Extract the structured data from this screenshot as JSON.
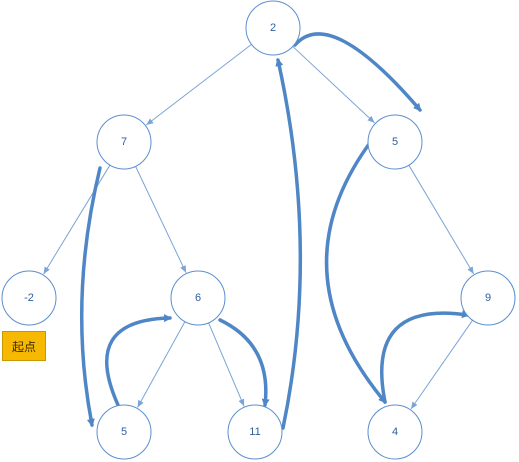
{
  "nodes": [
    {
      "id": "n-root",
      "label": "2"
    },
    {
      "id": "n-left",
      "label": "7"
    },
    {
      "id": "n-right",
      "label": "5"
    },
    {
      "id": "n-ll",
      "label": "-2"
    },
    {
      "id": "n-lr",
      "label": "6"
    },
    {
      "id": "n-rr",
      "label": "9"
    },
    {
      "id": "n-lrl",
      "label": "5"
    },
    {
      "id": "n-lrr",
      "label": "11"
    },
    {
      "id": "n-rrl",
      "label": "4"
    }
  ],
  "edges": [
    [
      "n-root",
      "n-left"
    ],
    [
      "n-root",
      "n-right"
    ],
    [
      "n-left",
      "n-ll"
    ],
    [
      "n-left",
      "n-lr"
    ],
    [
      "n-right",
      "n-rr"
    ],
    [
      "n-lr",
      "n-lrl"
    ],
    [
      "n-lr",
      "n-lrr"
    ],
    [
      "n-rr",
      "n-rrl"
    ]
  ],
  "traversal": [
    [
      "n-left",
      "n-lrl"
    ],
    [
      "n-lrl",
      "n-lr"
    ],
    [
      "n-lr",
      "n-lrr"
    ],
    [
      "n-lrr",
      "n-root"
    ],
    [
      "n-root",
      "n-right"
    ],
    [
      "n-right",
      "n-rrl"
    ],
    [
      "n-rrl",
      "n-rr"
    ]
  ],
  "start_label": "起点",
  "colors": {
    "node_stroke": "#5b8fcf",
    "arrow": "#4f86c6",
    "start_fill": "#f6b800"
  }
}
